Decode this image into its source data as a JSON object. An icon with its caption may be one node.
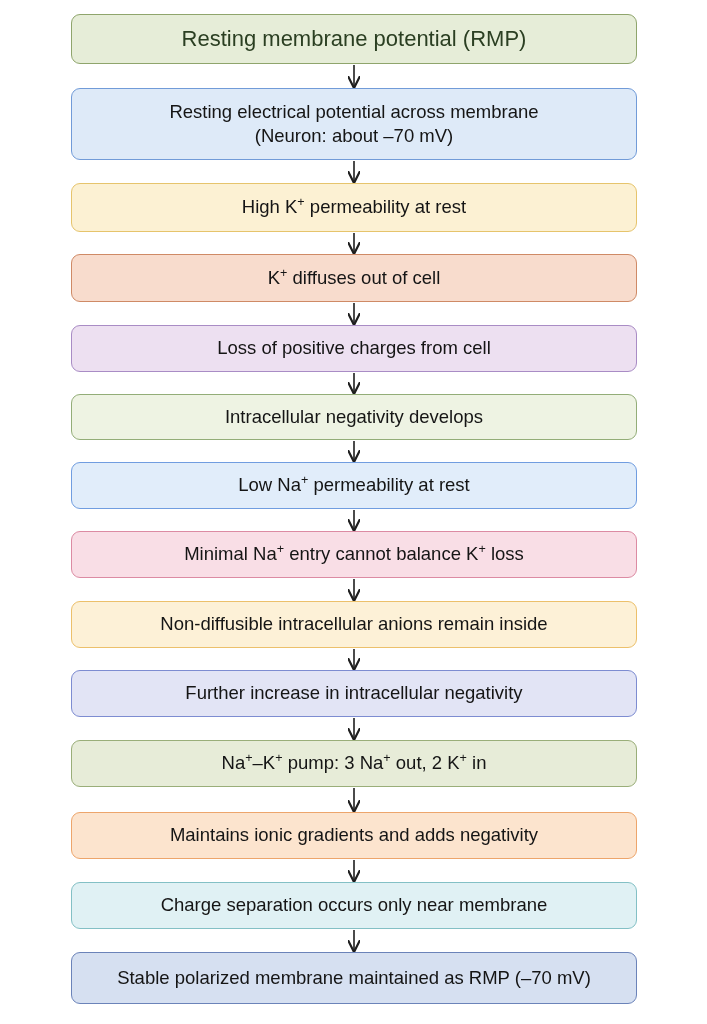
{
  "diagram": {
    "nodes": [
      {
        "text": [
          "Resting membrane potential (RMP)"
        ]
      },
      {
        "text": [
          "Resting electrical potential across membrane (Neuron: about –70 mV)"
        ]
      },
      {
        "text": [
          "High K$^{+}$ permeability at rest"
        ]
      },
      {
        "text": [
          "K$^{+}$ diffuses out of cell"
        ]
      },
      {
        "text": [
          "Loss of positive charges from cell"
        ]
      },
      {
        "text": [
          "Intracellular negativity develops"
        ]
      },
      {
        "text": [
          "Low Na$^{+}$ permeability at rest"
        ]
      },
      {
        "text": [
          "Minimal Na$^{+}$ entry cannot balance K$^{+}$ loss"
        ]
      },
      {
        "text": [
          "Non-diffusible intracellular anions remain inside"
        ]
      },
      {
        "text": [
          "Further increase in intracellular negativity"
        ]
      },
      {
        "text": [
          "Na$^{+}$–K$^{+}$ pump: 3 Na$^{+}$ out, 2 K$^{+}$ in"
        ]
      },
      {
        "text": [
          "Maintains ionic gradients and adds negativity"
        ]
      },
      {
        "text": [
          "Charge separation occurs only near membrane"
        ]
      },
      {
        "text": [
          "Stable polarized membrane maintained as RMP (–70 mV)"
        ]
      }
    ],
    "edges": [
      {
        "from": 0,
        "to": 1,
        "arrow": "to"
      },
      {
        "from": 1,
        "to": 2,
        "arrow": "to"
      },
      {
        "from": 2,
        "to": 3,
        "arrow": "to"
      },
      {
        "from": 3,
        "to": 4,
        "arrow": "to"
      },
      {
        "from": 4,
        "to": 5,
        "arrow": "to"
      },
      {
        "from": 5,
        "to": 6,
        "arrow": "to"
      },
      {
        "from": 6,
        "to": 7,
        "arrow": "to"
      },
      {
        "from": 7,
        "to": 8,
        "arrow": "to"
      },
      {
        "from": 8,
        "to": 9,
        "arrow": "to"
      },
      {
        "from": 9,
        "to": 10,
        "arrow": "to"
      },
      {
        "from": 10,
        "to": 11,
        "arrow": "to"
      },
      {
        "from": 11,
        "to": 12,
        "arrow": "to"
      },
      {
        "from": 12,
        "to": 13,
        "arrow": "to"
      }
    ]
  }
}
